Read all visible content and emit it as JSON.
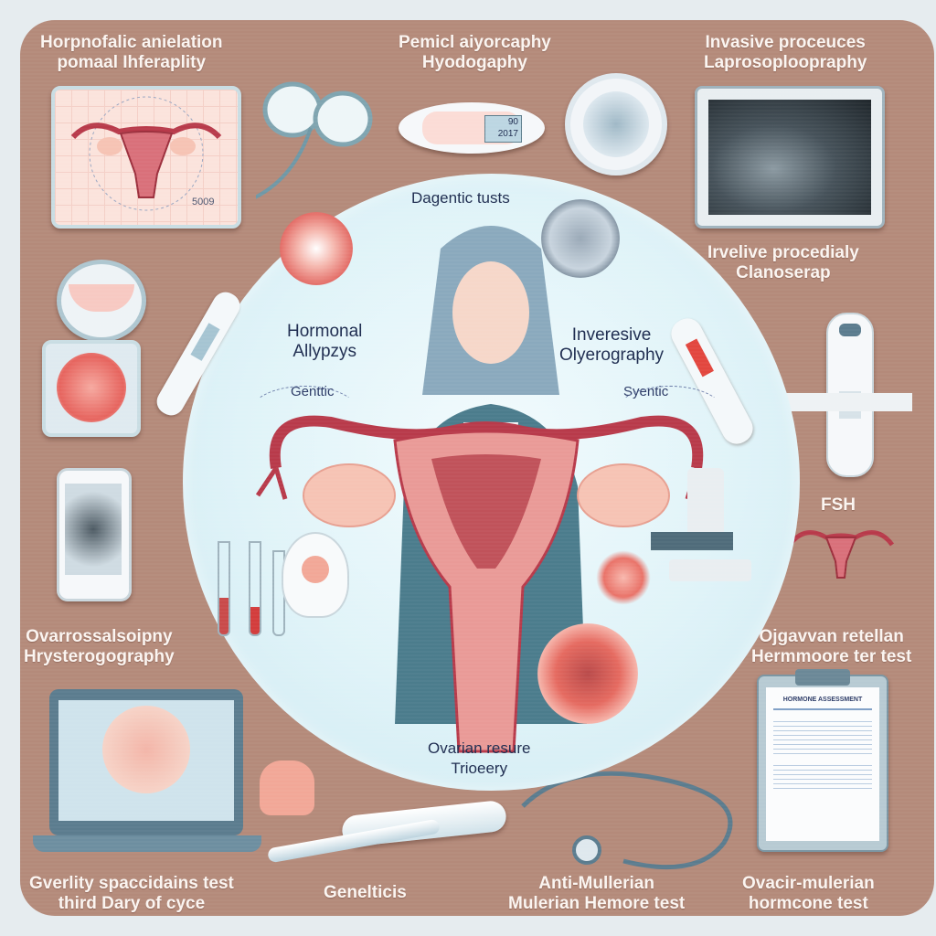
{
  "infographic": {
    "center_title": "Dagentic tusts",
    "labels": {
      "top_left": [
        "Horpnofalic anielation",
        "pomaal Ihferaplity"
      ],
      "top_center": [
        "Pemicl aiyorcaphy",
        "Hyodogaphy"
      ],
      "top_right": [
        "Invasive proceuces",
        "Laprosoploopraphy"
      ],
      "right_upper": [
        "Irvelive procedialy",
        "Clanoserap"
      ],
      "right_fsh": "FSH",
      "left_middle": [
        "Ovarrossalsoipny",
        "Hrysterogography"
      ],
      "right_lower": [
        "Ojgavvan retellan",
        "Hermmoore ter test"
      ],
      "bottom_left": [
        "Gverlity spaccidains test",
        "third Dary of cyce"
      ],
      "bottom_center_left": "Genelticis",
      "bottom_center_right": [
        "Anti-Mullerian",
        "Mulerian Hemore test"
      ],
      "bottom_right": [
        "Ovacir-mulerian",
        "hormcone test"
      ]
    },
    "inner_labels": {
      "hormonal": [
        "Hormonal",
        "Allypzys"
      ],
      "genetic_left": "Genttic",
      "invasive": [
        "Inveresive",
        "Olyerography"
      ],
      "genetic_right": "Syentic",
      "ovarian_reserve": [
        "Ovarian resure",
        "Trioeery"
      ]
    },
    "device_readouts": {
      "thermometer_top": "90",
      "thermometer_bottom": "2017",
      "monitor_code": "5009"
    },
    "clipboard_title": "HORMONE ASSESSMENT",
    "colors": {
      "panel": "#b48a7a",
      "circle": "#dff3f8",
      "uterus": "#c9525c",
      "ovary": "#f6c3b4",
      "text_light": "#fbf5f1",
      "text_dark": "#1d2b4f"
    }
  }
}
